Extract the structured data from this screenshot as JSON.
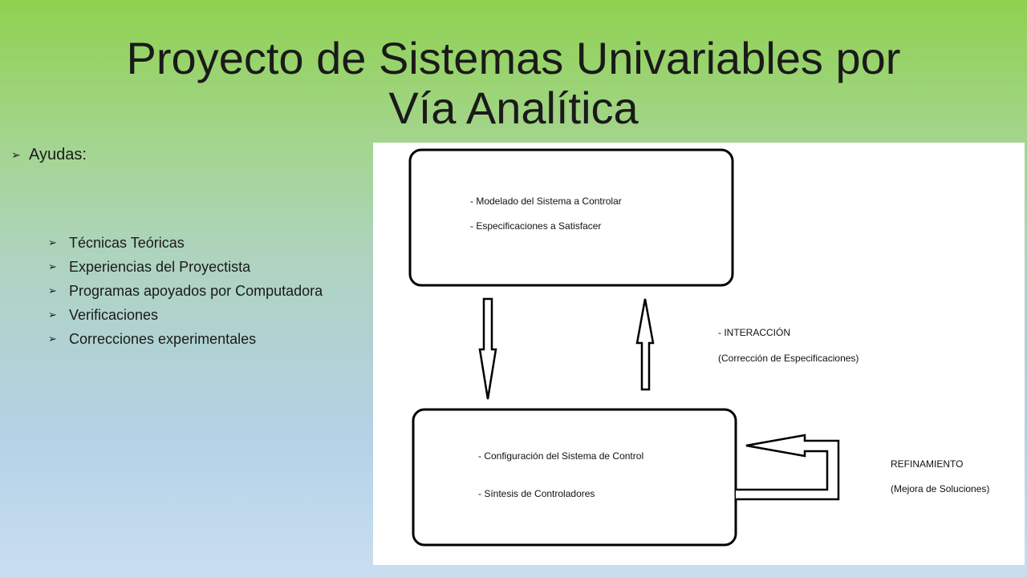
{
  "slide": {
    "title_line1": "Proyecto de Sistemas Univariables por",
    "title_line2": "Vía Analítica",
    "main_bullet": "Ayudas:",
    "bullet_icon": "arrow-bullet-icon",
    "sub_bullets": [
      "Técnicas Teóricas",
      "Experiencias del Proyectista",
      "Programas apoyados por Computadora",
      "Verificaciones",
      "Correcciones experimentales"
    ]
  },
  "diagram": {
    "top_box": {
      "line1": "- Modelado del Sistema a Controlar",
      "line2": "- Especificaciones a Satisfacer"
    },
    "interaction": {
      "line1": "- INTERACCIÓN",
      "line2": "(Corrección de Especificaciones)"
    },
    "bottom_box": {
      "line1": "- Configuración del Sistema de Control",
      "line2": "- Síntesis de Controladores"
    },
    "refinement": {
      "line1": "REFINAMIENTO",
      "line2": "(Mejora de Soluciones)"
    }
  },
  "colors": {
    "gradient_top": "#8fd150",
    "gradient_bottom": "#c9def0",
    "text": "#1a1a1a"
  }
}
